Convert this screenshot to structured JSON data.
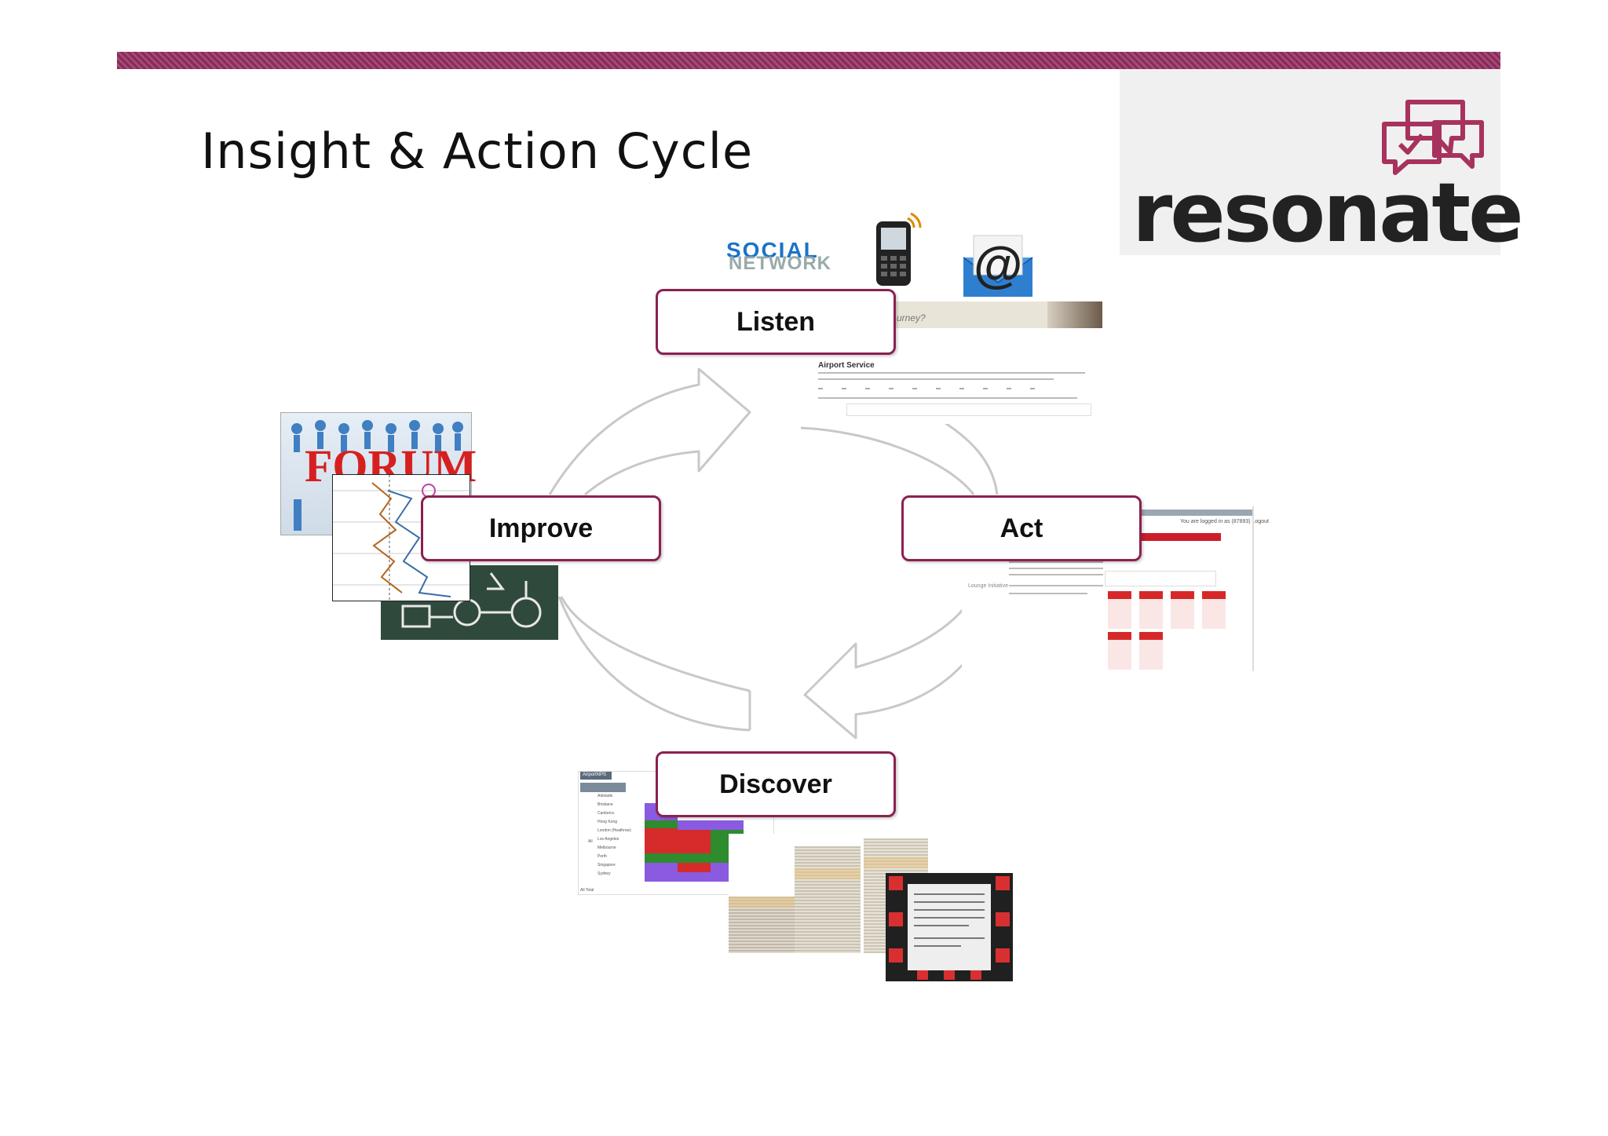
{
  "slide": {
    "title": "Insight & Action Cycle",
    "logo_text": "resonate"
  },
  "stages": {
    "listen": "Listen",
    "act": "Act",
    "discover": "Discover",
    "improve": "Improve"
  },
  "thumbnails": {
    "social_line1": "SOCIAL",
    "social_line2": "NETWORK",
    "forum": "FORUM",
    "email_symbol": "@",
    "survey_heading": "Airport Service",
    "survey_banner_text": "urney?",
    "table_header": "AirportNPS",
    "table_cities": [
      "Adelaide",
      "Brisbane",
      "Canberra",
      "Hong Kong",
      "London (Heathrow)",
      "Los Angeles",
      "Melbourne",
      "Perth",
      "Singapore",
      "Sydney"
    ],
    "table_total": "All Total",
    "table_side_label": "All",
    "act_logged": "You are logged in as (87893) Logout",
    "act_side_label": "Lounge Initiative"
  },
  "colors": {
    "accent": "#8b2150",
    "bar": "#9a3b68",
    "logo_icon": "#a8325e",
    "arrow_stroke": "#c8c8c8"
  }
}
